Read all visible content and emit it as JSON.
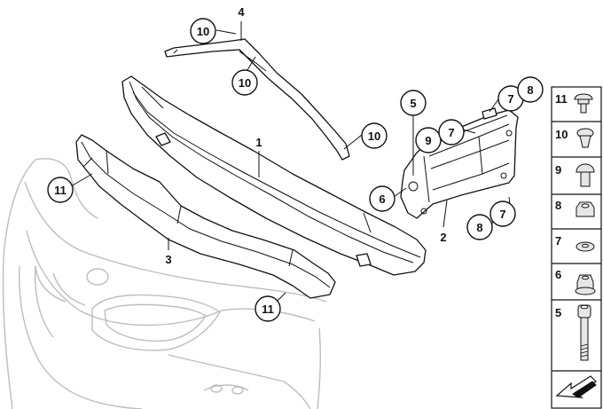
{
  "callouts": {
    "c10a": "10",
    "c10b": "10",
    "c10c": "10",
    "c4": "4",
    "c1": "1",
    "c5": "5",
    "c7a": "7",
    "c8a": "8",
    "c9": "9",
    "c7b": "7",
    "c6": "6",
    "c2": "2",
    "c8b": "8",
    "c7c": "7",
    "c11a": "11",
    "c3": "3",
    "c11b": "11"
  },
  "legend": {
    "items": [
      {
        "num": "11",
        "icon": "push-rivet-icon"
      },
      {
        "num": "10",
        "icon": "expanding-rivet-icon"
      },
      {
        "num": "9",
        "icon": "round-head-screw-icon"
      },
      {
        "num": "8",
        "icon": "hex-nut-icon"
      },
      {
        "num": "7",
        "icon": "washer-icon"
      },
      {
        "num": "6",
        "icon": "collar-nut-icon"
      },
      {
        "num": "5",
        "icon": "hex-socket-bolt-icon"
      }
    ],
    "arrow_icon": "direction-arrow-icon"
  }
}
